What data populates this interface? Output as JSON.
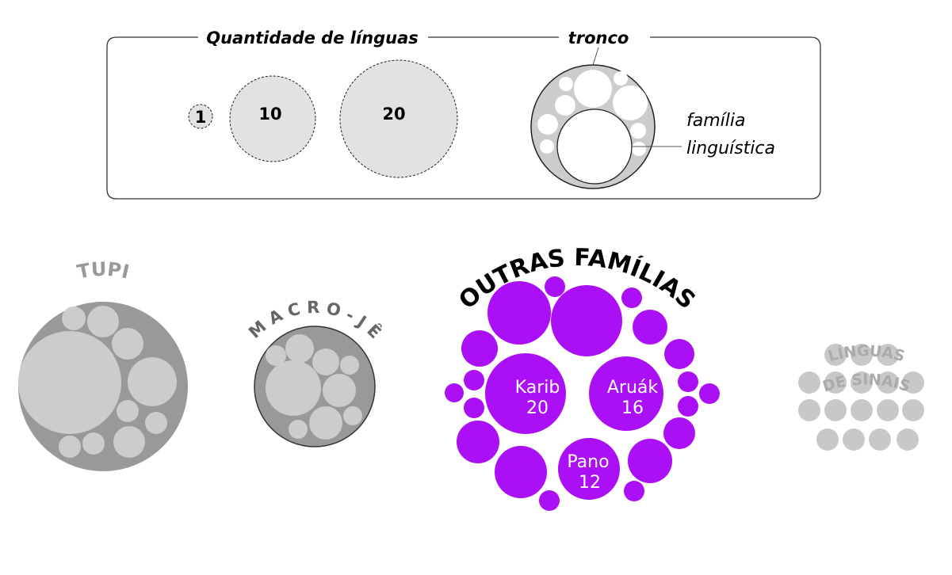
{
  "legend": {
    "size_title": "Quantidade de línguas",
    "size_values": [
      "1",
      "10",
      "20"
    ],
    "tronco_title": "tronco",
    "family_label_line1": "família",
    "family_label_line2": "linguística"
  },
  "groups": {
    "tupi": {
      "label": "TUPI"
    },
    "macro_je": {
      "label": "M A C R O - J Ê"
    },
    "outras": {
      "label": "OUTRAS FAMÍLIAS"
    },
    "sinais": {
      "label_line1": "LÍNGUAS",
      "label_line2": "DE SINAIS"
    }
  },
  "families": [
    {
      "name": "Karib",
      "count": "20"
    },
    {
      "name": "Aruák",
      "count": "16"
    },
    {
      "name": "Pano",
      "count": "12"
    }
  ],
  "colors": {
    "purple": "#aa0ff5",
    "trunk_gray": "#999999",
    "family_gray": "#cccccc",
    "sign_gray": "#c8c8c8"
  }
}
